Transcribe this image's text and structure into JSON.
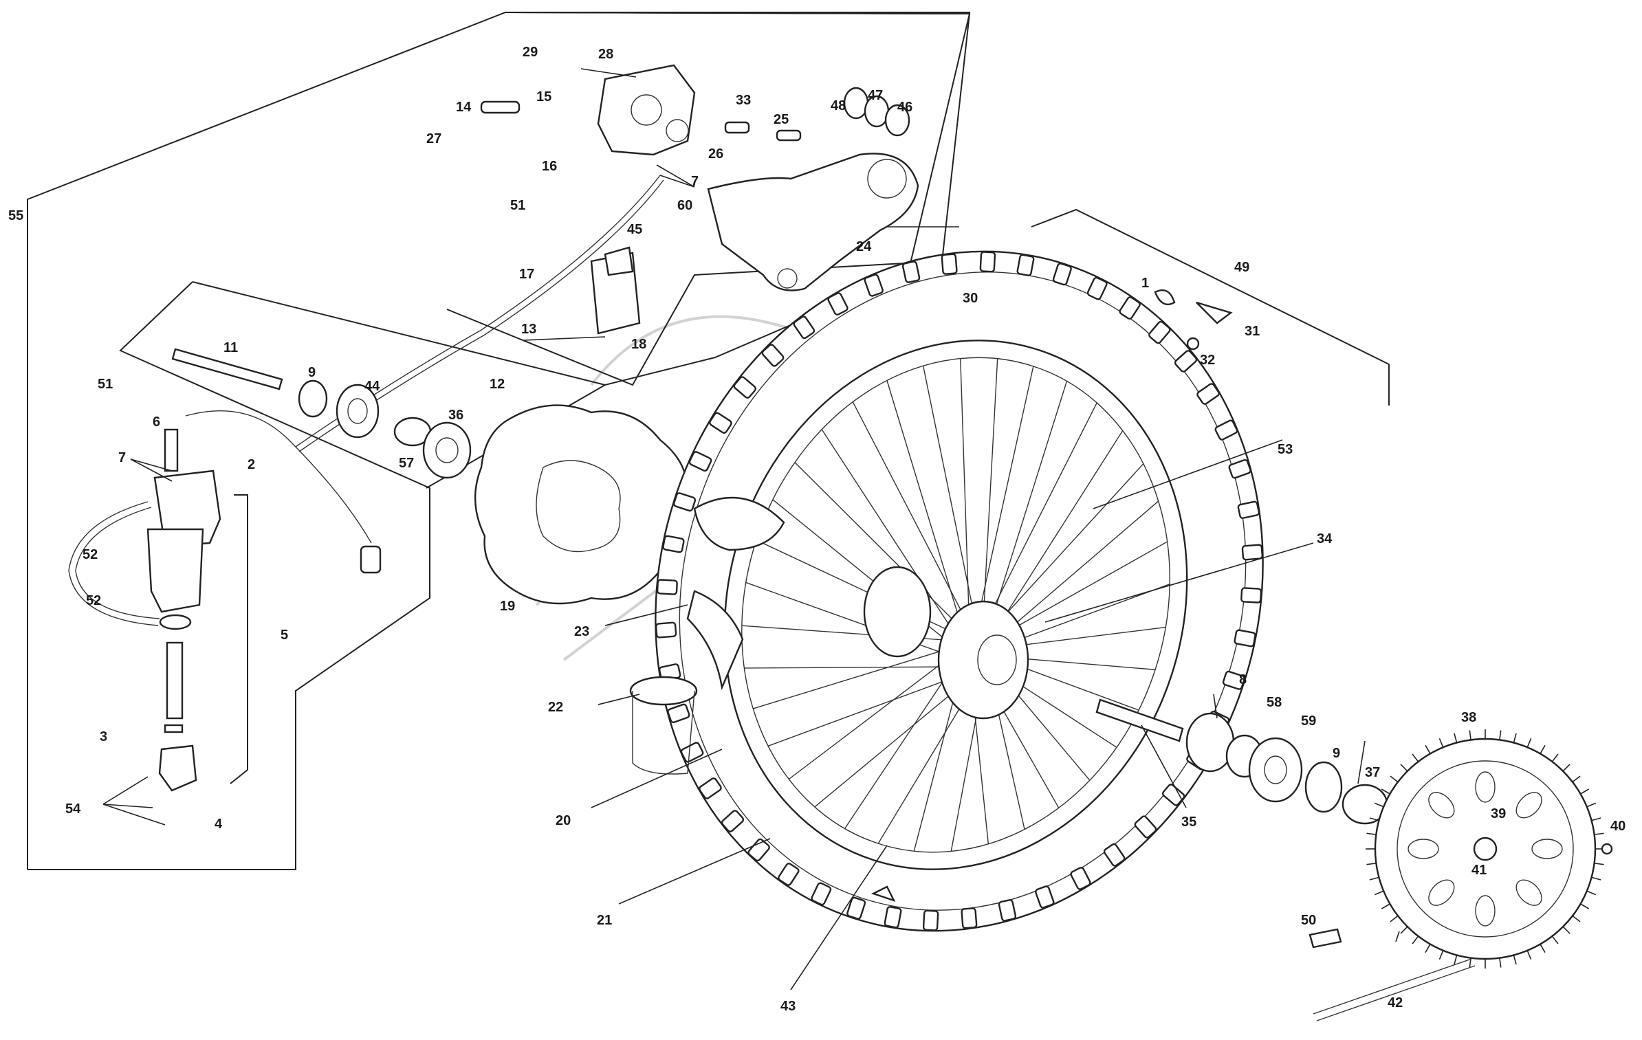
{
  "labels": {
    "l1": "1",
    "l2": "2",
    "l3": "3",
    "l4": "4",
    "l5": "5",
    "l6": "6",
    "l7a": "7",
    "l7b": "7",
    "l8": "8",
    "l9a": "9",
    "l9b": "9",
    "l11": "11",
    "l12": "12",
    "l13": "13",
    "l14": "14",
    "l15": "15",
    "l16": "16",
    "l17": "17",
    "l18": "18",
    "l19": "19",
    "l20": "20",
    "l21": "21",
    "l22": "22",
    "l23": "23",
    "l24": "24",
    "l25": "25",
    "l26": "26",
    "l27": "27",
    "l28": "28",
    "l29": "29",
    "l30": "30",
    "l31": "31",
    "l32": "32",
    "l33": "33",
    "l34": "34",
    "l35": "35",
    "l36": "36",
    "l37": "37",
    "l38": "38",
    "l39": "39",
    "l40": "40",
    "l41": "41",
    "l42": "42",
    "l43": "43",
    "l44": "44",
    "l45": "45",
    "l46": "46",
    "l47": "47",
    "l48": "48",
    "l49": "49",
    "l50": "50",
    "l51a": "51",
    "l51b": "51",
    "l52a": "52",
    "l52b": "52",
    "l53": "53",
    "l54": "54",
    "l55": "55",
    "l57": "57",
    "l58": "58",
    "l59": "59",
    "l60": "60"
  },
  "colors": {
    "line": "#222222",
    "background": "#ffffff",
    "watermark": "#d2d2d2"
  }
}
